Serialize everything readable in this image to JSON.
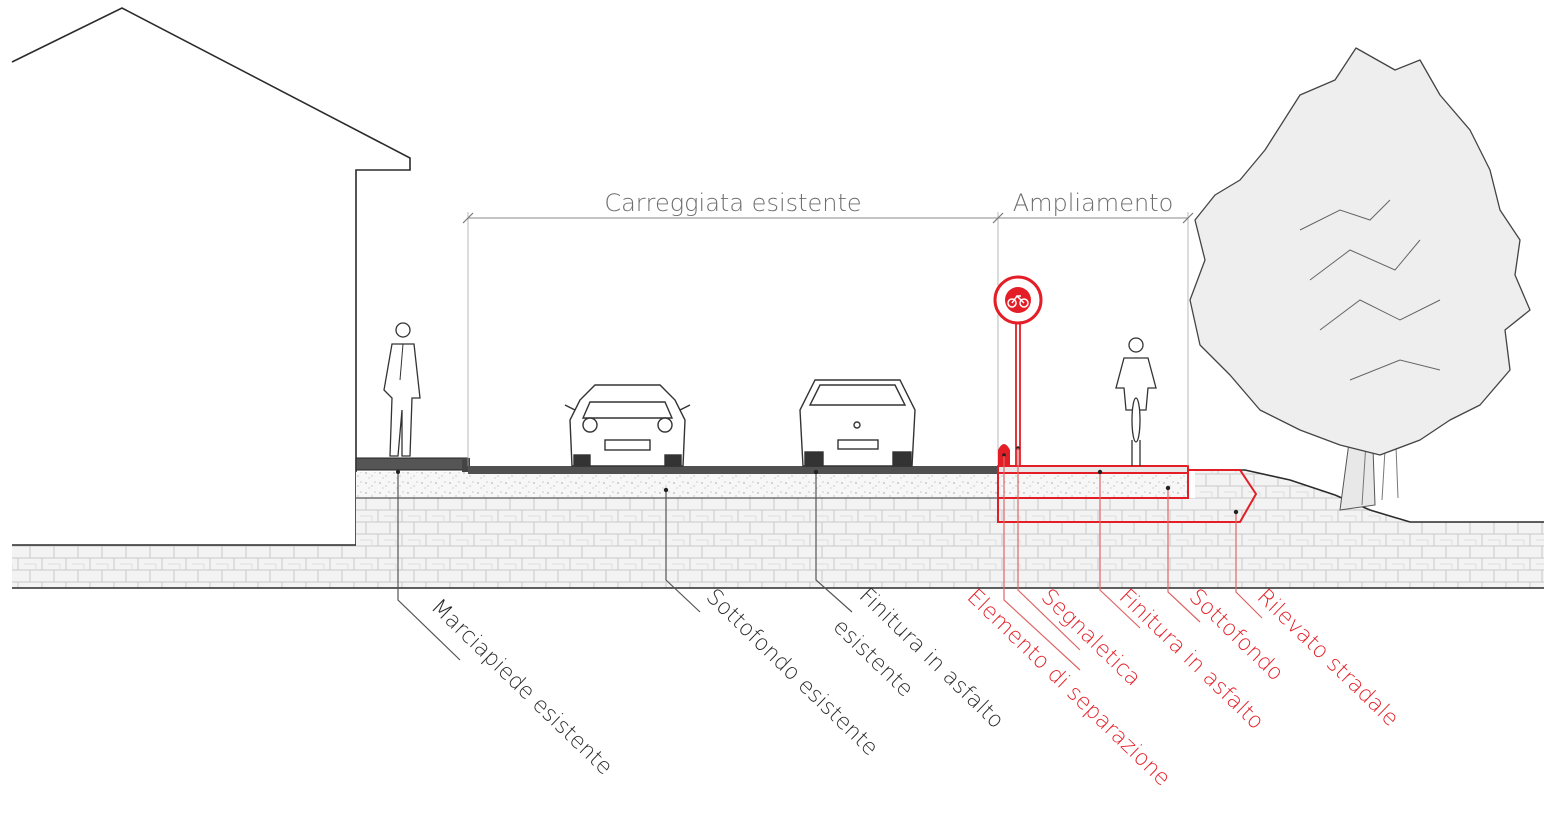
{
  "dimensions": {
    "existing_carriageway": "Carreggiata esistente",
    "widening": "Ampliamento"
  },
  "labels_existing": [
    {
      "id": "sidewalk",
      "text": "Marciapiede esistente"
    },
    {
      "id": "subbase-existing",
      "text": "Sottofondo esistente"
    },
    {
      "id": "asphalt-existing-1",
      "text": "Finitura in asfalto"
    },
    {
      "id": "asphalt-existing-2",
      "text": "esistente"
    }
  ],
  "labels_new": [
    {
      "id": "separator",
      "text": "Elemento di separazione"
    },
    {
      "id": "signage",
      "text": "Segnaletica"
    },
    {
      "id": "asphalt-new",
      "text": "Finitura in asfalto"
    },
    {
      "id": "subbase-new",
      "text": "Sottofondo"
    },
    {
      "id": "embankment",
      "text": "Rilevato stradale"
    }
  ],
  "colors": {
    "new_works": "#e41e26",
    "existing": "#2a2a2a",
    "dimension": "#6d6d6d",
    "soil_fill": "#f2f2f2",
    "tree_fill": "#ececec"
  },
  "icons": [
    "house-outline",
    "pedestrian-figure",
    "car-front",
    "car-rear",
    "cyclist-figure",
    "bicycle-sign-icon",
    "tree-illustration"
  ]
}
